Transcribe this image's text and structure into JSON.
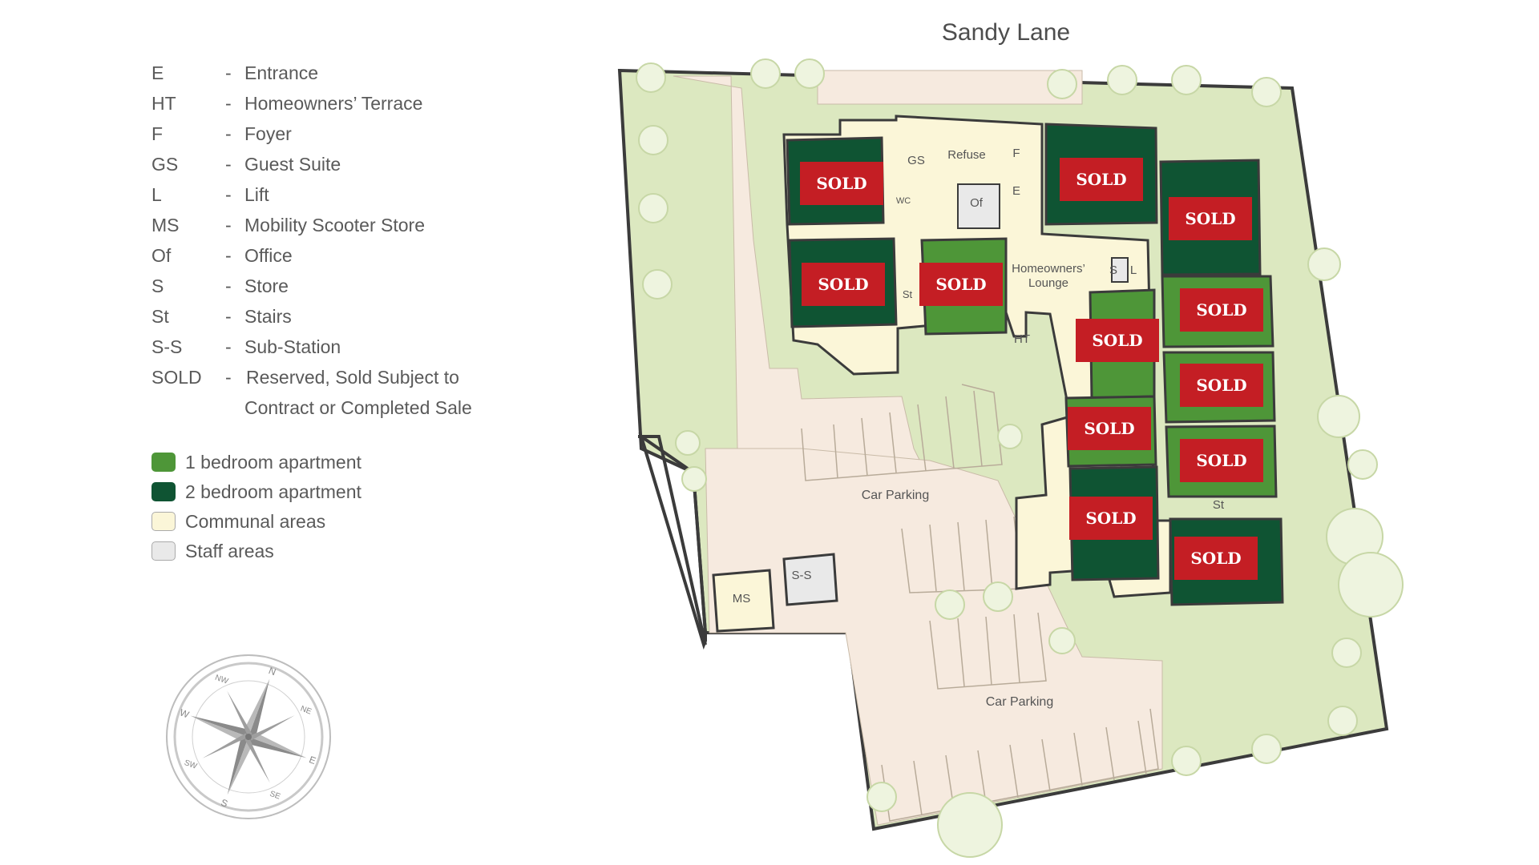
{
  "title": "Sandy Lane",
  "key": [
    {
      "code": "E",
      "desc": "Entrance"
    },
    {
      "code": "HT",
      "desc": "Homeowners’ Terrace"
    },
    {
      "code": "F",
      "desc": "Foyer"
    },
    {
      "code": "GS",
      "desc": "Guest Suite"
    },
    {
      "code": "L",
      "desc": "Lift"
    },
    {
      "code": "MS",
      "desc": "Mobility Scooter Store"
    },
    {
      "code": "Of",
      "desc": "Office"
    },
    {
      "code": "S",
      "desc": "Store"
    },
    {
      "code": "St",
      "desc": "Stairs"
    },
    {
      "code": "S-S",
      "desc": "Sub-Station"
    },
    {
      "code": "SOLD",
      "desc": "Reserved, Sold Subject to",
      "desc2": "Contract or Completed Sale"
    }
  ],
  "dash": "-",
  "legend": [
    {
      "label": "1 bedroom apartment",
      "color": "#4e9638"
    },
    {
      "label": "2 bedroom apartment",
      "color": "#0f5433"
    },
    {
      "label": "Communal areas",
      "color": "#fbf6d8"
    },
    {
      "label": "Staff areas",
      "color": "#e9e9e9"
    }
  ],
  "colors": {
    "grounds": "#dce8c0",
    "paving": "#f6eadf",
    "sold_badge": "#c41e24",
    "one_bed": "#4e9638",
    "two_bed": "#0f5433",
    "communal": "#fbf6d8",
    "staff": "#e9e9e9"
  },
  "plan": {
    "sold_label": "SOLD",
    "room_labels": {
      "gs": "GS",
      "refuse": "Refuse",
      "f": "F",
      "e": "E",
      "of": "Of",
      "wc": "WC",
      "lounge_1": "Homeowners’",
      "lounge_2": "Lounge",
      "s": "S",
      "l": "L",
      "ht": "HT",
      "st1": "St",
      "st2": "St",
      "ms": "MS",
      "ss": "S-S",
      "parking1": "Car Parking",
      "parking2": "Car Parking"
    },
    "apartments": [
      {
        "id": "apt-1",
        "type": "2 bedroom apartment",
        "status": "SOLD"
      },
      {
        "id": "apt-2",
        "type": "2 bedroom apartment",
        "status": "SOLD"
      },
      {
        "id": "apt-3",
        "type": "2 bedroom apartment",
        "status": "SOLD"
      },
      {
        "id": "apt-4",
        "type": "2 bedroom apartment",
        "status": "SOLD"
      },
      {
        "id": "apt-5",
        "type": "1 bedroom apartment",
        "status": "SOLD"
      },
      {
        "id": "apt-6",
        "type": "1 bedroom apartment",
        "status": "SOLD"
      },
      {
        "id": "apt-7",
        "type": "1 bedroom apartment",
        "status": "SOLD"
      },
      {
        "id": "apt-8",
        "type": "1 bedroom apartment",
        "status": "SOLD"
      },
      {
        "id": "apt-9",
        "type": "1 bedroom apartment",
        "status": "SOLD"
      },
      {
        "id": "apt-10",
        "type": "1 bedroom apartment",
        "status": "SOLD"
      },
      {
        "id": "apt-11",
        "type": "2 bedroom apartment",
        "status": "SOLD"
      },
      {
        "id": "apt-12",
        "type": "2 bedroom apartment",
        "status": "SOLD"
      }
    ]
  },
  "compass": {
    "icon": "compass-rose-icon",
    "points": {
      "n": "N",
      "ne": "NE",
      "e": "E",
      "se": "SE",
      "s": "S",
      "sw": "SW",
      "w": "W",
      "nw": "NW"
    }
  }
}
